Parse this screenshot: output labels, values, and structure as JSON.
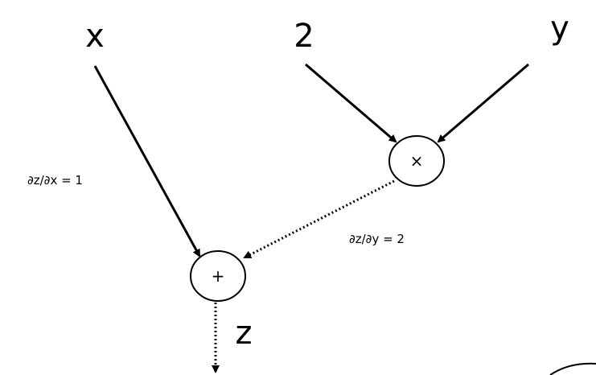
{
  "inputs": {
    "x": "x",
    "two": "2",
    "y": "y"
  },
  "nodes": {
    "multiply": "×",
    "add": "+"
  },
  "output": "z",
  "gradients": {
    "dz_dx": "∂z/∂x = 1",
    "dz_dy": "∂z/∂y = 2"
  }
}
